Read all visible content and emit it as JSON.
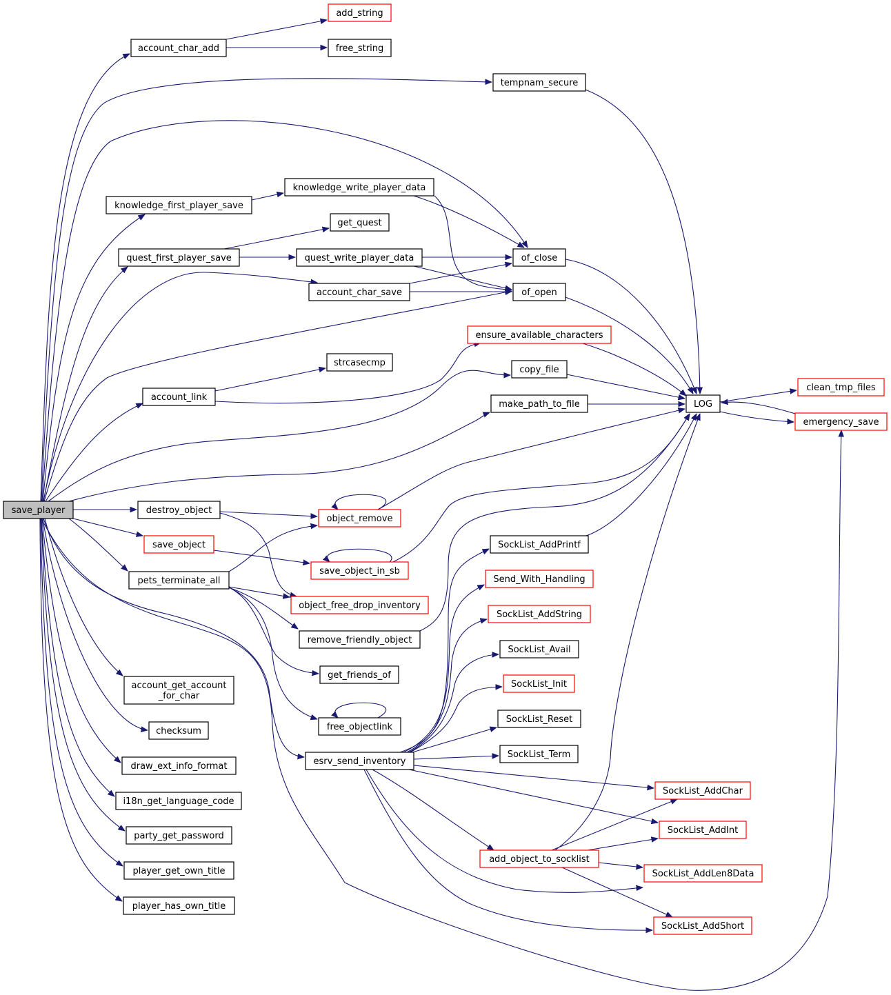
{
  "colors": {
    "edge": "#191970",
    "root_fill": "#bfbfbf",
    "node_fill": "#ffffff",
    "border_normal": "#000000",
    "border_truncated": "#ff0000"
  },
  "nodes": [
    {
      "id": "save_player",
      "label": "save_player",
      "style": "root"
    },
    {
      "id": "account_char_add",
      "label": "account_char_add",
      "style": "normal"
    },
    {
      "id": "add_string",
      "label": "add_string",
      "style": "truncated"
    },
    {
      "id": "free_string",
      "label": "free_string",
      "style": "normal"
    },
    {
      "id": "tempnam_secure",
      "label": "tempnam_secure",
      "style": "normal"
    },
    {
      "id": "knowledge_write_player_data",
      "label": "knowledge_write_player_data",
      "style": "normal"
    },
    {
      "id": "knowledge_first_player_save",
      "label": "knowledge_first_player_save",
      "style": "normal"
    },
    {
      "id": "get_quest",
      "label": "get_quest",
      "style": "normal"
    },
    {
      "id": "quest_first_player_save",
      "label": "quest_first_player_save",
      "style": "normal"
    },
    {
      "id": "quest_write_player_data",
      "label": "quest_write_player_data",
      "style": "normal"
    },
    {
      "id": "of_close",
      "label": "of_close",
      "style": "normal"
    },
    {
      "id": "account_char_save",
      "label": "account_char_save",
      "style": "normal"
    },
    {
      "id": "of_open",
      "label": "of_open",
      "style": "normal"
    },
    {
      "id": "ensure_available_characters",
      "label": "ensure_available_characters",
      "style": "truncated"
    },
    {
      "id": "strcasecmp",
      "label": "strcasecmp",
      "style": "normal"
    },
    {
      "id": "copy_file",
      "label": "copy_file",
      "style": "normal"
    },
    {
      "id": "account_link",
      "label": "account_link",
      "style": "normal"
    },
    {
      "id": "make_path_to_file",
      "label": "make_path_to_file",
      "style": "normal"
    },
    {
      "id": "LOG",
      "label": "LOG",
      "style": "normal"
    },
    {
      "id": "clean_tmp_files",
      "label": "clean_tmp_files",
      "style": "truncated"
    },
    {
      "id": "emergency_save",
      "label": "emergency_save",
      "style": "truncated"
    },
    {
      "id": "destroy_object",
      "label": "destroy_object",
      "style": "normal"
    },
    {
      "id": "object_remove",
      "label": "object_remove",
      "style": "truncated"
    },
    {
      "id": "save_object",
      "label": "save_object",
      "style": "truncated"
    },
    {
      "id": "SockList_AddPrintf",
      "label": "SockList_AddPrintf",
      "style": "normal"
    },
    {
      "id": "save_object_in_sb",
      "label": "save_object_in_sb",
      "style": "truncated"
    },
    {
      "id": "pets_terminate_all",
      "label": "pets_terminate_all",
      "style": "normal"
    },
    {
      "id": "Send_With_Handling",
      "label": "Send_With_Handling",
      "style": "truncated"
    },
    {
      "id": "object_free_drop_inventory",
      "label": "object_free_drop_inventory",
      "style": "truncated"
    },
    {
      "id": "SockList_AddString",
      "label": "SockList_AddString",
      "style": "truncated"
    },
    {
      "id": "remove_friendly_object",
      "label": "remove_friendly_object",
      "style": "normal"
    },
    {
      "id": "SockList_Avail",
      "label": "SockList_Avail",
      "style": "normal"
    },
    {
      "id": "get_friends_of",
      "label": "get_friends_of",
      "style": "normal"
    },
    {
      "id": "account_get_account_for_char",
      "label": "account_get_account\n_for_char",
      "style": "normal"
    },
    {
      "id": "SockList_Init",
      "label": "SockList_Init",
      "style": "truncated"
    },
    {
      "id": "SockList_Reset",
      "label": "SockList_Reset",
      "style": "normal"
    },
    {
      "id": "free_objectlink",
      "label": "free_objectlink",
      "style": "normal"
    },
    {
      "id": "checksum",
      "label": "checksum",
      "style": "normal"
    },
    {
      "id": "SockList_Term",
      "label": "SockList_Term",
      "style": "normal"
    },
    {
      "id": "esrv_send_inventory",
      "label": "esrv_send_inventory",
      "style": "normal"
    },
    {
      "id": "draw_ext_info_format",
      "label": "draw_ext_info_format",
      "style": "normal"
    },
    {
      "id": "SockList_AddChar",
      "label": "SockList_AddChar",
      "style": "truncated"
    },
    {
      "id": "i18n_get_language_code",
      "label": "i18n_get_language_code",
      "style": "normal"
    },
    {
      "id": "SockList_AddInt",
      "label": "SockList_AddInt",
      "style": "truncated"
    },
    {
      "id": "party_get_password",
      "label": "party_get_password",
      "style": "normal"
    },
    {
      "id": "add_object_to_socklist",
      "label": "add_object_to_socklist",
      "style": "truncated"
    },
    {
      "id": "player_get_own_title",
      "label": "player_get_own_title",
      "style": "normal"
    },
    {
      "id": "SockList_AddLen8Data",
      "label": "SockList_AddLen8Data",
      "style": "truncated"
    },
    {
      "id": "player_has_own_title",
      "label": "player_has_own_title",
      "style": "normal"
    },
    {
      "id": "SockList_AddShort",
      "label": "SockList_AddShort",
      "style": "truncated"
    }
  ],
  "edges": [
    [
      "save_player",
      "account_char_add"
    ],
    [
      "save_player",
      "tempnam_secure"
    ],
    [
      "save_player",
      "of_close"
    ],
    [
      "save_player",
      "knowledge_first_player_save"
    ],
    [
      "save_player",
      "quest_first_player_save"
    ],
    [
      "save_player",
      "account_char_save"
    ],
    [
      "save_player",
      "of_open"
    ],
    [
      "save_player",
      "account_link"
    ],
    [
      "save_player",
      "copy_file"
    ],
    [
      "save_player",
      "make_path_to_file"
    ],
    [
      "save_player",
      "LOG"
    ],
    [
      "save_player",
      "destroy_object"
    ],
    [
      "save_player",
      "save_object"
    ],
    [
      "save_player",
      "pets_terminate_all"
    ],
    [
      "save_player",
      "account_get_account_for_char"
    ],
    [
      "save_player",
      "checksum"
    ],
    [
      "save_player",
      "draw_ext_info_format"
    ],
    [
      "save_player",
      "i18n_get_language_code"
    ],
    [
      "save_player",
      "party_get_password"
    ],
    [
      "save_player",
      "player_get_own_title"
    ],
    [
      "save_player",
      "player_has_own_title"
    ],
    [
      "save_player",
      "esrv_send_inventory"
    ],
    [
      "save_player",
      "emergency_save"
    ],
    [
      "account_char_add",
      "add_string"
    ],
    [
      "account_char_add",
      "free_string"
    ],
    [
      "tempnam_secure",
      "LOG"
    ],
    [
      "knowledge_first_player_save",
      "knowledge_write_player_data"
    ],
    [
      "knowledge_write_player_data",
      "of_close"
    ],
    [
      "knowledge_write_player_data",
      "of_open"
    ],
    [
      "quest_first_player_save",
      "get_quest"
    ],
    [
      "quest_first_player_save",
      "quest_write_player_data"
    ],
    [
      "quest_write_player_data",
      "of_close"
    ],
    [
      "quest_write_player_data",
      "of_open"
    ],
    [
      "account_char_save",
      "of_close"
    ],
    [
      "account_char_save",
      "of_open"
    ],
    [
      "of_close",
      "LOG"
    ],
    [
      "of_open",
      "LOG"
    ],
    [
      "account_link",
      "strcasecmp"
    ],
    [
      "account_link",
      "ensure_available_characters"
    ],
    [
      "ensure_available_characters",
      "LOG"
    ],
    [
      "copy_file",
      "LOG"
    ],
    [
      "make_path_to_file",
      "LOG"
    ],
    [
      "LOG",
      "clean_tmp_files"
    ],
    [
      "LOG",
      "emergency_save"
    ],
    [
      "emergency_save",
      "LOG"
    ],
    [
      "destroy_object",
      "object_remove"
    ],
    [
      "destroy_object",
      "object_free_drop_inventory"
    ],
    [
      "object_remove",
      "object_remove"
    ],
    [
      "object_remove",
      "LOG"
    ],
    [
      "save_object",
      "save_object_in_sb"
    ],
    [
      "save_object_in_sb",
      "save_object_in_sb"
    ],
    [
      "save_object_in_sb",
      "LOG"
    ],
    [
      "pets_terminate_all",
      "object_remove"
    ],
    [
      "pets_terminate_all",
      "object_free_drop_inventory"
    ],
    [
      "pets_terminate_all",
      "remove_friendly_object"
    ],
    [
      "pets_terminate_all",
      "get_friends_of"
    ],
    [
      "pets_terminate_all",
      "free_objectlink"
    ],
    [
      "remove_friendly_object",
      "LOG"
    ],
    [
      "free_objectlink",
      "free_objectlink"
    ],
    [
      "esrv_send_inventory",
      "SockList_AddPrintf"
    ],
    [
      "esrv_send_inventory",
      "Send_With_Handling"
    ],
    [
      "esrv_send_inventory",
      "SockList_AddString"
    ],
    [
      "esrv_send_inventory",
      "SockList_Avail"
    ],
    [
      "esrv_send_inventory",
      "SockList_Init"
    ],
    [
      "esrv_send_inventory",
      "SockList_Reset"
    ],
    [
      "esrv_send_inventory",
      "SockList_Term"
    ],
    [
      "esrv_send_inventory",
      "SockList_AddChar"
    ],
    [
      "esrv_send_inventory",
      "SockList_AddInt"
    ],
    [
      "esrv_send_inventory",
      "add_object_to_socklist"
    ],
    [
      "esrv_send_inventory",
      "SockList_AddLen8Data"
    ],
    [
      "esrv_send_inventory",
      "SockList_AddShort"
    ],
    [
      "SockList_AddPrintf",
      "LOG"
    ],
    [
      "add_object_to_socklist",
      "SockList_AddChar"
    ],
    [
      "add_object_to_socklist",
      "SockList_AddInt"
    ],
    [
      "add_object_to_socklist",
      "SockList_AddLen8Data"
    ],
    [
      "add_object_to_socklist",
      "SockList_AddShort"
    ],
    [
      "add_object_to_socklist",
      "LOG"
    ]
  ]
}
